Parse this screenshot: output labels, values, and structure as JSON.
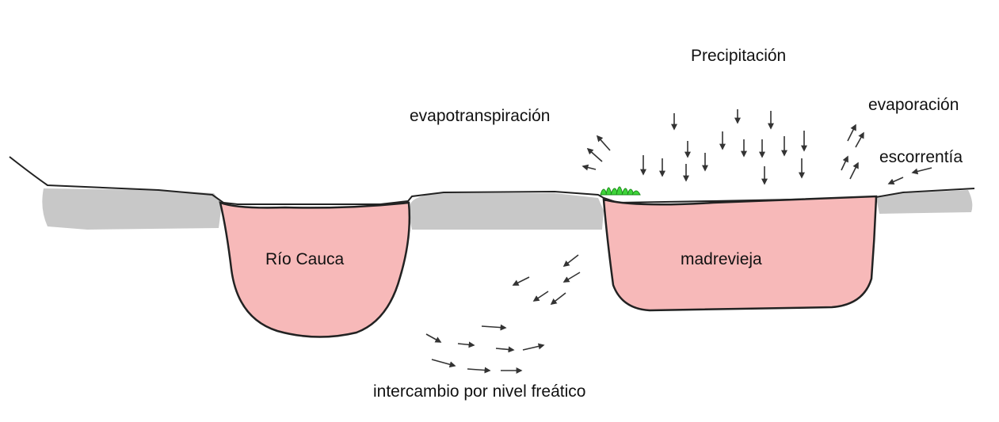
{
  "labels": {
    "precipitation": "Precipitación",
    "evapotranspiration": "evapotranspiración",
    "evaporation": "evaporación",
    "runoff": "escorrentía",
    "river": "Río Cauca",
    "oxbow_lake": "madrevieja",
    "groundwater_exchange": "intercambio por nivel freático"
  },
  "colors": {
    "background": "#ffffff",
    "ground": "#c8c8c8",
    "water": "#f7b9b9",
    "vegetation": "#3ed43a",
    "ink": "#222222"
  }
}
